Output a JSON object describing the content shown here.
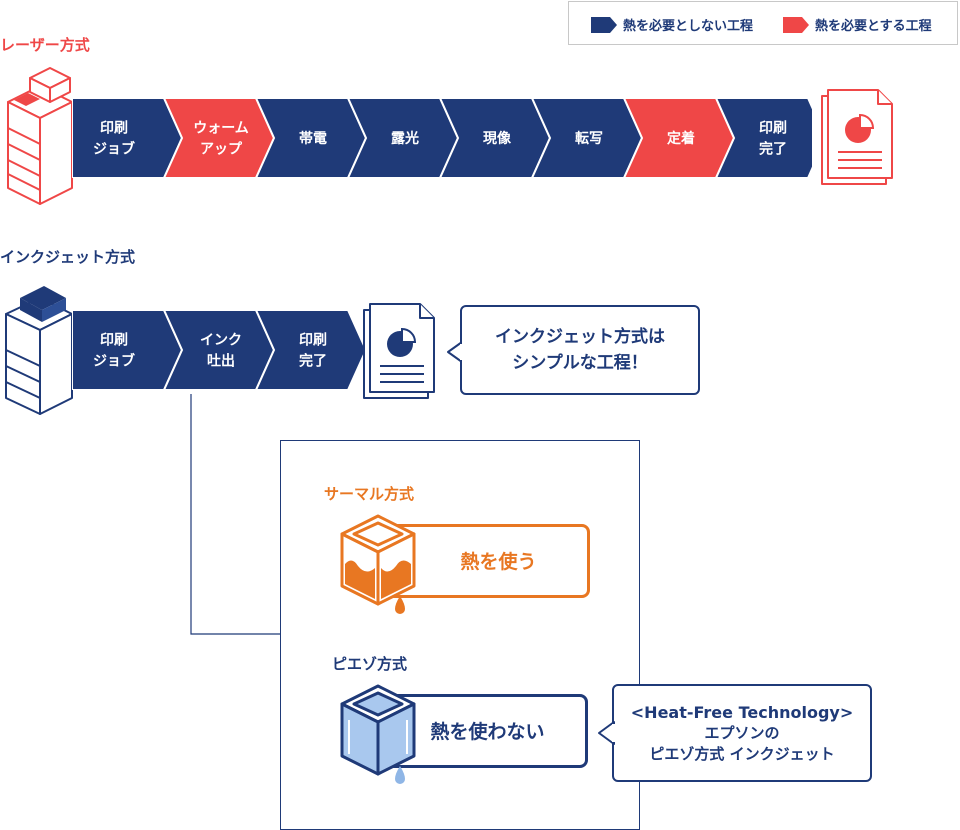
{
  "legend": {
    "no_heat": "熱を必要としない工程",
    "heat": "熱を必要とする工程",
    "colors": {
      "no_heat": "#1f3a78",
      "heat": "#ef4747"
    }
  },
  "laser": {
    "title": "レーザー方式",
    "steps": [
      {
        "lines": [
          "印刷",
          "ジョブ"
        ],
        "heat": false
      },
      {
        "lines": [
          "ウォーム",
          "アップ"
        ],
        "heat": true
      },
      {
        "lines": [
          "帯電"
        ],
        "heat": false
      },
      {
        "lines": [
          "露光"
        ],
        "heat": false
      },
      {
        "lines": [
          "現像"
        ],
        "heat": false
      },
      {
        "lines": [
          "転写"
        ],
        "heat": false
      },
      {
        "lines": [
          "定着"
        ],
        "heat": true
      },
      {
        "lines": [
          "印刷",
          "完了"
        ],
        "heat": false
      }
    ]
  },
  "inkjet": {
    "title": "インクジェット方式",
    "steps": [
      {
        "lines": [
          "印刷",
          "ジョブ"
        ],
        "heat": false
      },
      {
        "lines": [
          "インク",
          "吐出"
        ],
        "heat": false
      },
      {
        "lines": [
          "印刷",
          "完了"
        ],
        "heat": false
      }
    ],
    "callout_line1": "インクジェット方式は",
    "callout_line2": "シンプルな工程！"
  },
  "thermal": {
    "title": "サーマル方式",
    "label": "熱を使う",
    "color": "#e87722"
  },
  "piezo": {
    "title": "ピエゾ方式",
    "label": "熱を使わない",
    "color": "#1f3a78",
    "callout_line1": "<Heat-Free Technology>",
    "callout_line2": "エプソンの",
    "callout_line3": "ピエゾ方式 インクジェット"
  }
}
